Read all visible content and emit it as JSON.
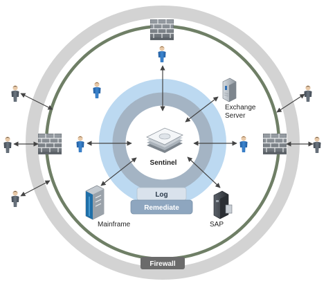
{
  "labels": {
    "sentinel": "Sentinel",
    "exchange_line1": "Exchange",
    "exchange_line2": "Server",
    "mainframe": "Mainframe",
    "sap": "SAP",
    "log": "Log",
    "remediate": "Remediate",
    "firewall": "Firewall"
  },
  "icons": {
    "user": "user-icon",
    "firewall": "brick-wall-icon",
    "server": "server-icon",
    "mainframe": "mainframe-icon",
    "sentinel": "sentinel-appliance-icon"
  },
  "colors": {
    "outer_ring": "#d3d3d3",
    "green_ring": "#6f7f66",
    "light_blue_ring": "#bcd9f1",
    "slate_ring": "#a4b4c4",
    "user_blue": "#2f6fb5",
    "user_gray": "#555f6a",
    "pill_dark": "#6b6b6b",
    "pill_blue": "#8ea6bf",
    "pill_light": "#d9e2ec"
  }
}
